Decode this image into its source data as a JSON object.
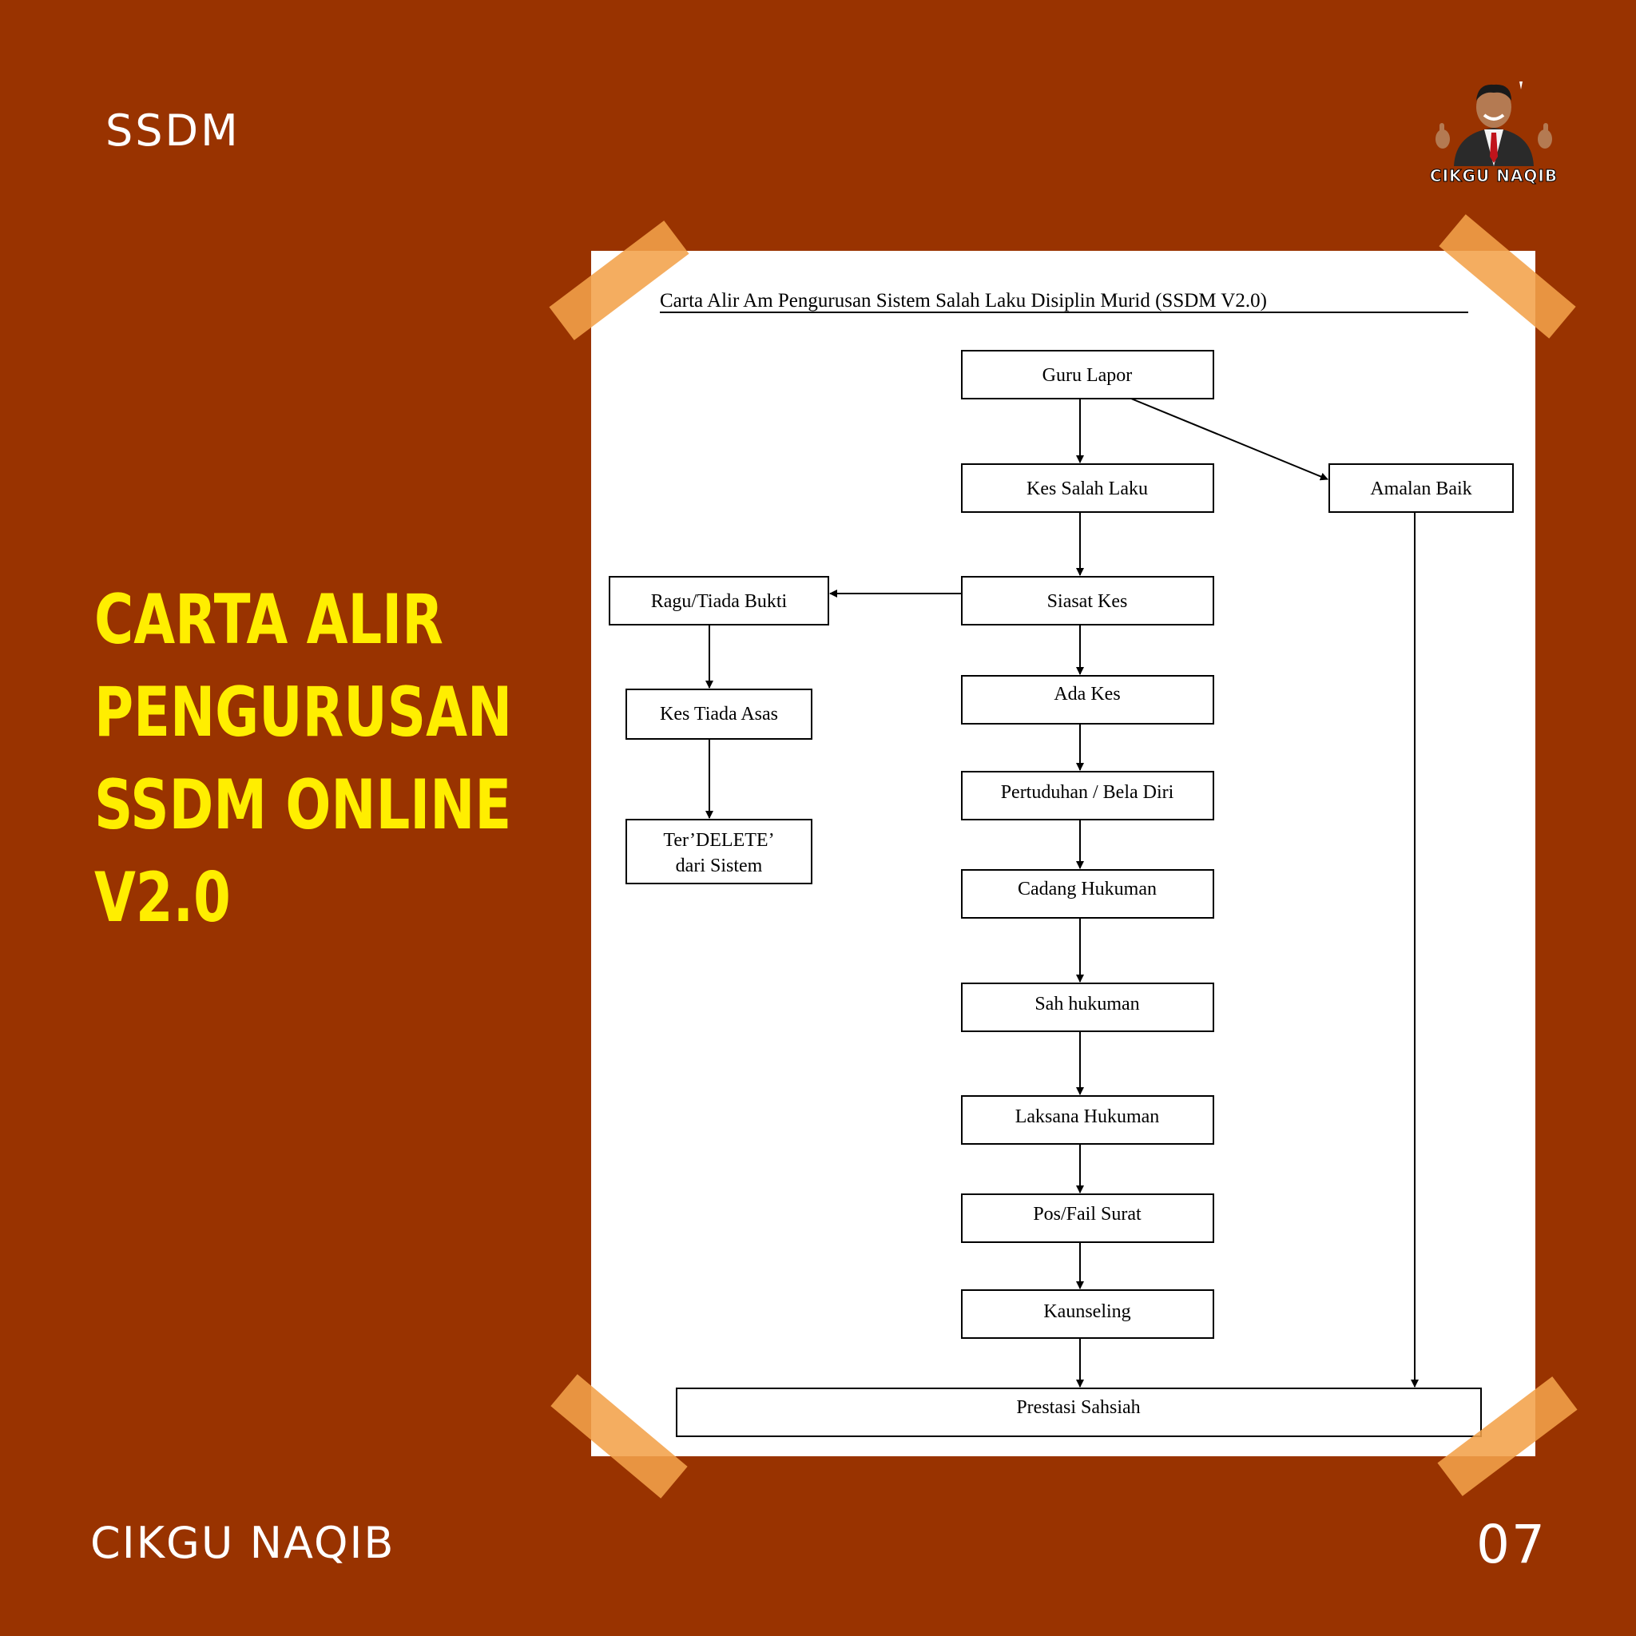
{
  "header": {
    "label": "SSDM"
  },
  "headline": {
    "lines": [
      "CARTA ALIR",
      "PENGURUSAN",
      "SSDM ONLINE",
      "V2.0"
    ]
  },
  "logo": {
    "text": "CIKGU NAQIB"
  },
  "footer": {
    "author": "CIKGU NAQIB",
    "page_number": "07"
  },
  "colors": {
    "background": "#993300",
    "headline": "#ffee00",
    "text": "#ffffff",
    "tape": "#f2a24a",
    "paper": "#ffffff"
  },
  "diagram": {
    "title": "Carta Alir Am Pengurusan  Sistem Salah Laku Disiplin Murid (SSDM V2.0)",
    "nodes": {
      "guru_lapor": "Guru Lapor",
      "kes_salah_laku": "Kes Salah Laku",
      "amalan_baik": "Amalan Baik",
      "siasat_kes": "Siasat Kes",
      "ragu_tiada_bukti": "Ragu/Tiada Bukti",
      "kes_tiada_asas": "Kes Tiada Asas",
      "ter_delete_line1": "Ter’DELETE’",
      "ter_delete_line2": "dari Sistem",
      "ada_kes": "Ada Kes",
      "pertuduhan": "Pertuduhan  / Bela Diri",
      "cadang_hukuman": "Cadang Hukuman",
      "sah_hukuman": "Sah hukuman",
      "laksana_hukuman": "Laksana Hukuman",
      "pos_fail_surat": "Pos/Fail Surat",
      "kaunseling": "Kaunseling",
      "prestasi_sahsiah": "Prestasi Sahsiah"
    }
  }
}
